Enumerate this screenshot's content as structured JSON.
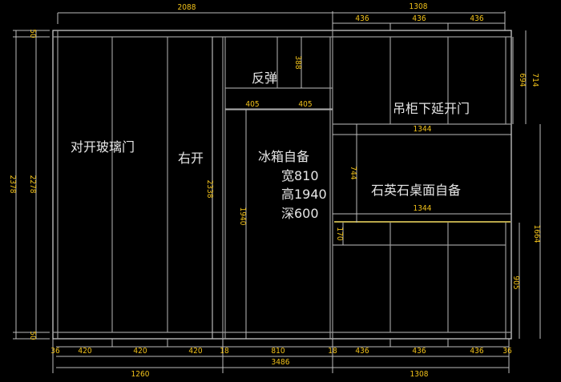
{
  "drawing": {
    "colors": {
      "background": "#000000",
      "lines": "#9a9a9a",
      "dimension_text": "#f2c21a",
      "label_text": "#e6e6e6",
      "countertop": "#b8a64a"
    },
    "labels": {
      "left_doors": "对开玻璃门",
      "right_open": "右开",
      "push_open": "反弹",
      "fridge": "冰箱自备",
      "fridge_width": "宽810",
      "fridge_height": "高1940",
      "fridge_depth": "深600",
      "wall_cabinet": "吊柜下延开门",
      "countertop": "石英石桌面自备"
    },
    "dimensions": {
      "top_left_total": "2088",
      "top_right_total": "1308",
      "top_right_parts": [
        "436",
        "436",
        "436"
      ],
      "left_total_outer": "2378",
      "left_total_inner": "2278",
      "top_plinth": "50",
      "bottom_plinth": "50",
      "tall_inner_height": "2338",
      "fridge_niche_height": "1940",
      "upper_box_height": "388",
      "upper_door_widths": [
        "405",
        "405"
      ],
      "wall_cab_outer": "714",
      "wall_cab_inner": "694",
      "wall_cab_width": "1344",
      "gap_height": "744",
      "counter_width": "1344",
      "drawer_height": "170",
      "base_height": "905",
      "base_total": "1664",
      "bottom_parts": [
        "36",
        "420",
        "420",
        "420",
        "18",
        "810",
        "18",
        "436",
        "436",
        "436",
        "36"
      ],
      "bottom_total": "3486",
      "bottom_left_total": "1260",
      "bottom_right_total": "1308"
    }
  }
}
